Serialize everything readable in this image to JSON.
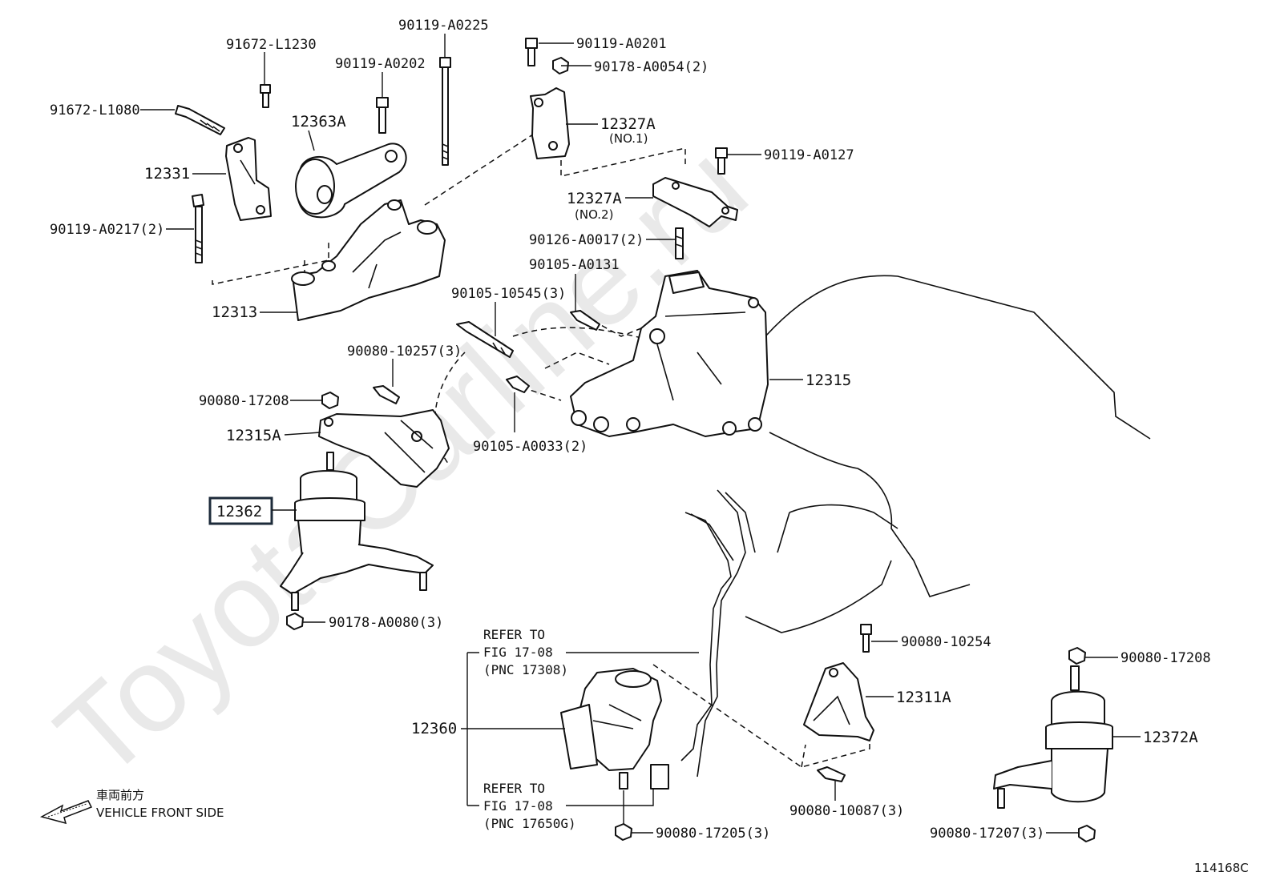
{
  "figure_code": "114168C",
  "watermark": "ToyotaCarline.ru",
  "direction": {
    "jp": "車両前方",
    "en": "VEHICLE FRONT SIDE"
  },
  "labels": {
    "p91672_L1230": "91672-L1230",
    "p90119_A0225": "90119-A0225",
    "p90119_A0202": "90119-A0202",
    "p91672_L1080": "91672-L1080",
    "p12363A": "12363A",
    "p12331": "12331",
    "p90119_A0217": "90119-A0217(2)",
    "p12313": "12313",
    "p90119_A0201": "90119-A0201",
    "p90178_A0054": "90178-A0054(2)",
    "p12327A_1": "12327A",
    "p12327A_1_sub": "(NO.1)",
    "p90119_A0127": "90119-A0127",
    "p12327A_2": "12327A",
    "p12327A_2_sub": "(NO.2)",
    "p90126_A0017": "90126-A0017(2)",
    "p90105_A0131": "90105-A0131",
    "p90105_10545": "90105-10545(3)",
    "p12315": "12315",
    "p90080_10257": "90080-10257(3)",
    "p90080_17208a": "90080-17208",
    "p12315A": "12315A",
    "p90105_A0033": "90105-A0033(2)",
    "p12362": "12362",
    "p90178_A0080": "90178-A0080(3)",
    "p12360": "12360",
    "p90080_17205": "90080-17205(3)",
    "p90080_10254": "90080-10254",
    "p12311A": "12311A",
    "p90080_10087": "90080-10087(3)",
    "p90080_17208b": "90080-17208",
    "p12372A": "12372A",
    "p90080_17207": "90080-17207(3)"
  },
  "refer_top": {
    "line1": "REFER TO",
    "line2": "FIG 17-08",
    "line3": "(PNC 17308)"
  },
  "refer_bottom": {
    "line1": "REFER TO",
    "line2": "FIG 17-08",
    "line3": "(PNC 17650G)"
  }
}
